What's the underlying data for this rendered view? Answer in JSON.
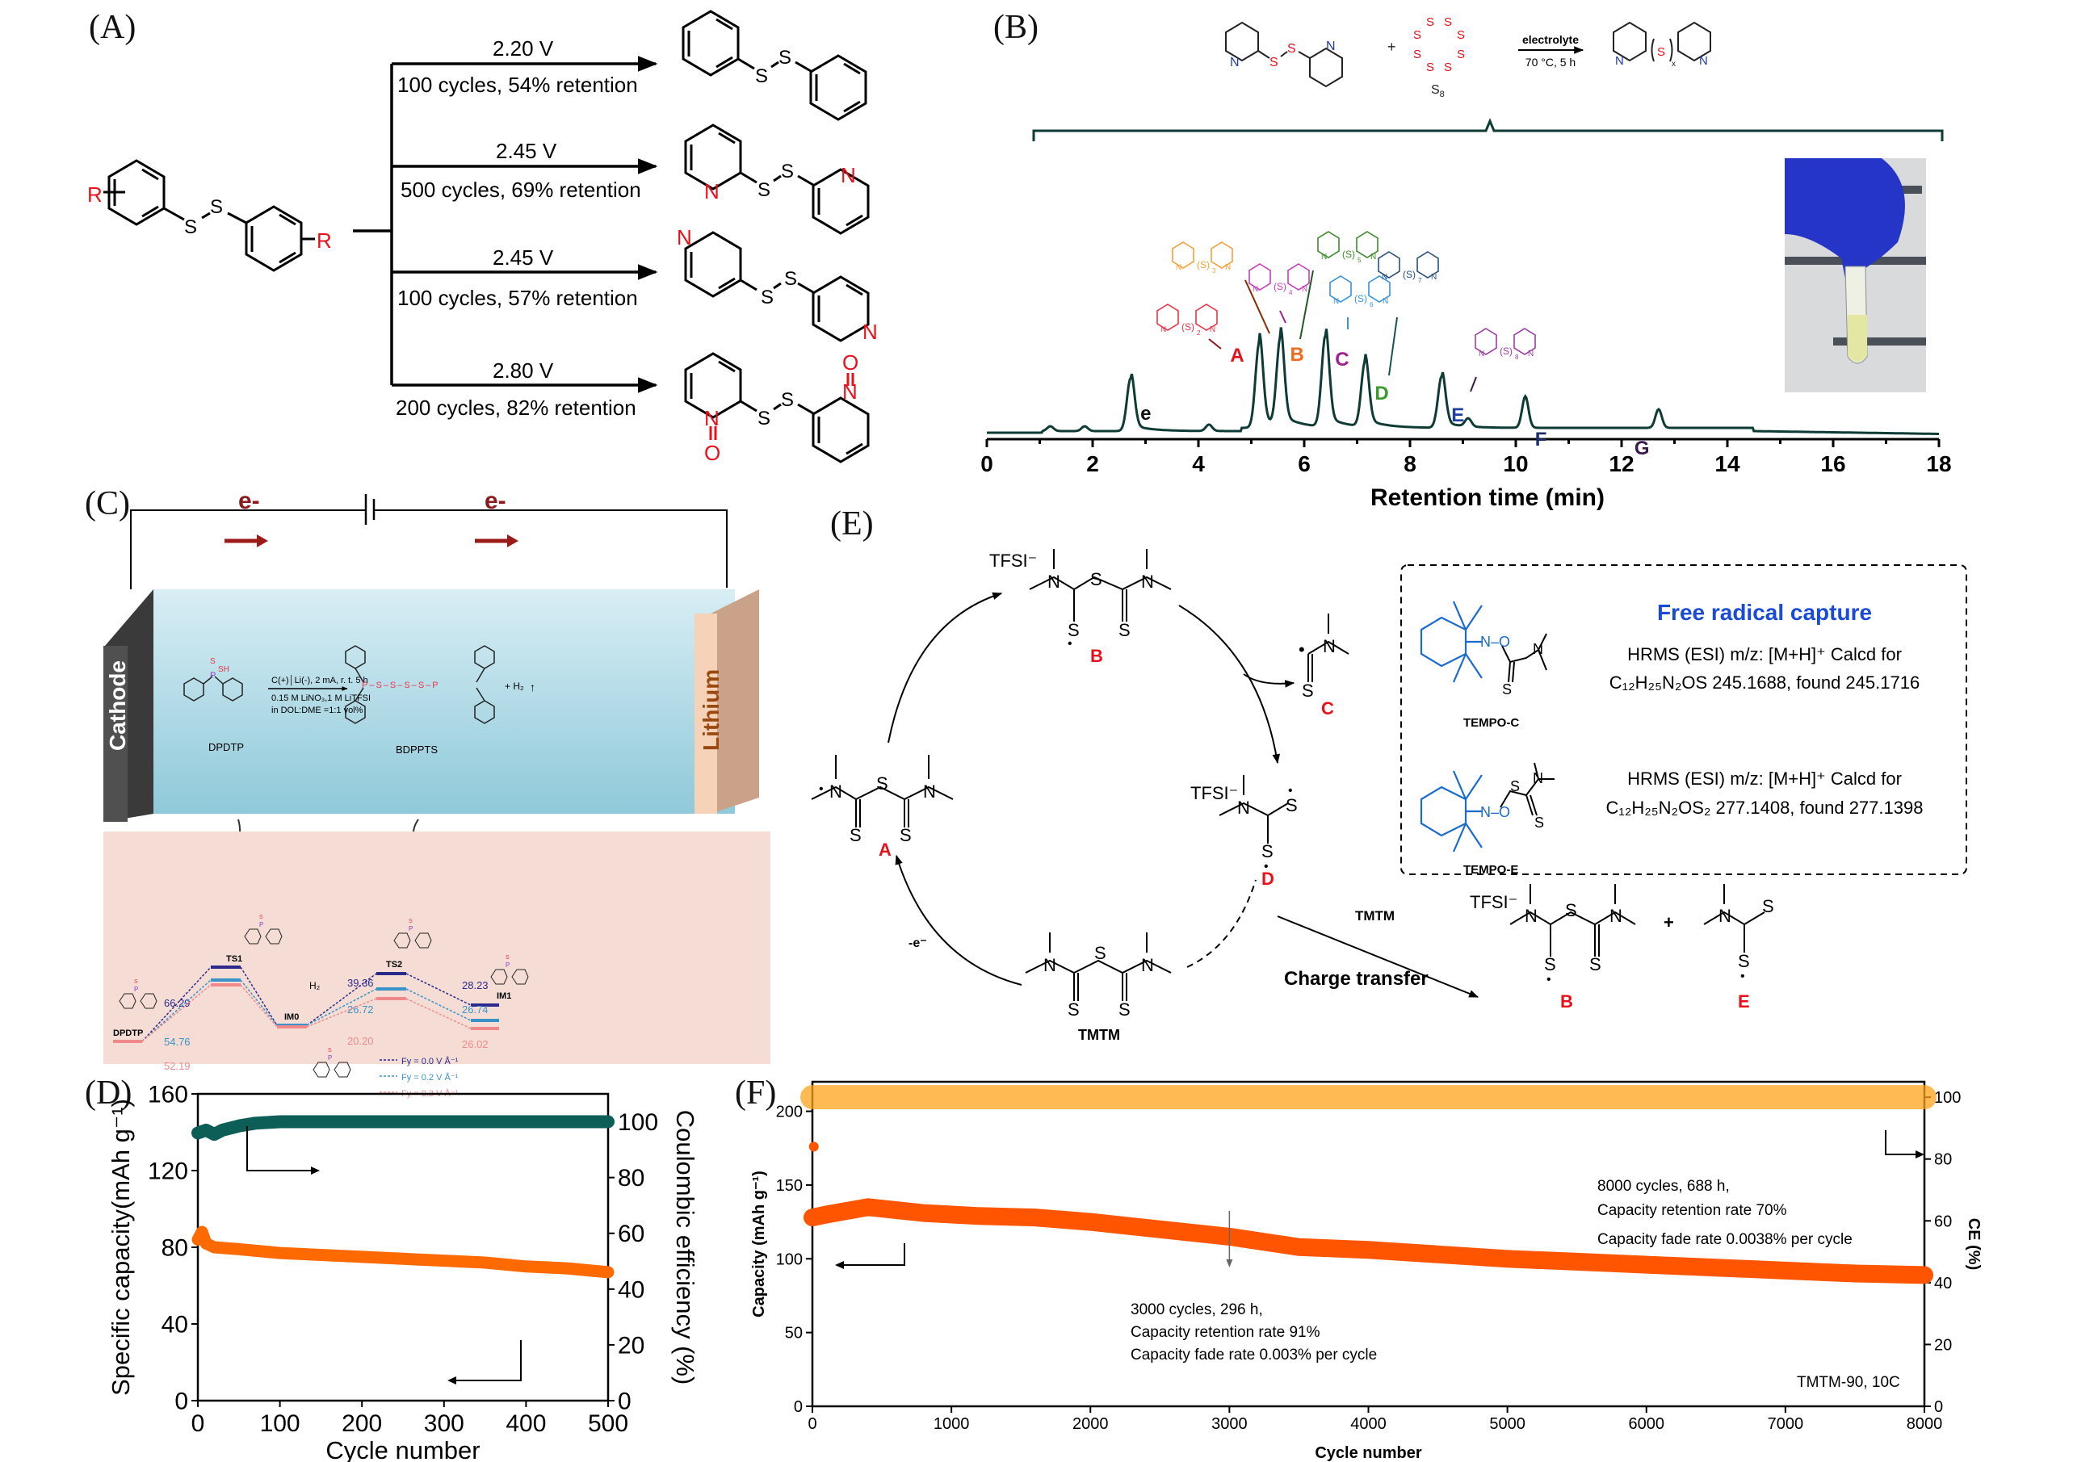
{
  "panels": {
    "A": {
      "label": "(A)",
      "reactant": {
        "substituent": "R",
        "linker": [
          "S",
          "S"
        ]
      },
      "branches": [
        {
          "voltage": "2.20 V",
          "result": "100 cycles, 54% retention",
          "product": "diphenyl disulfide"
        },
        {
          "voltage": "2.45 V",
          "result": "500 cycles, 69% retention",
          "product": "2,2'-dipyridyl disulfide"
        },
        {
          "voltage": "2.45 V",
          "result": "100 cycles, 57% retention",
          "product": "4,4'-dipyridyl disulfide"
        },
        {
          "voltage": "2.80 V",
          "result": "200 cycles, 82% retention",
          "product": "2,2'-dipyridyl disulfide N,N'-dioxide"
        }
      ],
      "atoms": {
        "S": "S",
        "N": "N",
        "O": "O",
        "R": "R"
      }
    },
    "B": {
      "label": "(B)",
      "scheme": {
        "reagent_1": "2,2'-dipyridyl disulfide",
        "plus": "+",
        "reagent_2": "S8",
        "reagent_2_label": "S",
        "reagent_2_sub": "8",
        "arrow_top": "electrolyte",
        "arrow_bottom": "70 °C, 5 h",
        "product_sub": "x"
      },
      "peak_labels": [
        {
          "id": "e",
          "color": "#111111"
        },
        {
          "id": "A",
          "color": "#e8101a"
        },
        {
          "id": "B",
          "color": "#f26a1b"
        },
        {
          "id": "C",
          "color": "#a0208f"
        },
        {
          "id": "D",
          "color": "#3d9a2e"
        },
        {
          "id": "E",
          "color": "#1f3fa0"
        },
        {
          "id": "F",
          "color": "#1d2f6b"
        },
        {
          "id": "G",
          "color": "#3a1a4a"
        }
      ],
      "structure_labels": [
        {
          "peak": "A",
          "sulfur_count": "2",
          "color": "#e8364a"
        },
        {
          "peak": "B",
          "sulfur_count": "3",
          "color": "#f2a23a"
        },
        {
          "peak": "C",
          "sulfur_count": "4",
          "color": "#c540b8"
        },
        {
          "peak": "D",
          "sulfur_count": "5",
          "color": "#3d8a2e"
        },
        {
          "peak": "E",
          "sulfur_count": "6",
          "color": "#3a93d8"
        },
        {
          "peak": "F",
          "sulfur_count": "7",
          "color": "#2a4f7a"
        },
        {
          "peak": "G",
          "sulfur_count": "8",
          "color": "#9a3fa0"
        }
      ],
      "photo_alt": "vial with pale yellow solution held by blue-gloved hand"
    },
    "C": {
      "label": "(C)",
      "electron_label": "e-",
      "cathode": "Cathode",
      "anode": "Lithium",
      "reactant": "DPDTP",
      "product": "BDPPTS",
      "conditions_top": "C(+)│Li(-), 2 mA, r. t. 5 h",
      "conditions_bottom_1": "0.15 M LiNO₃,1 M LiTFSI",
      "conditions_bottom_2": "in DOL:DME =1:1 vol%",
      "byproduct": "+ H₂",
      "energy_diagram": {
        "states": [
          "DPDTP",
          "TS1",
          "IM0",
          "TS2",
          "IM1"
        ],
        "h2_label": "H₂",
        "series": [
          {
            "name": "Fy = 0.0 V Å⁻¹",
            "color": "#2b2a8c",
            "barriers": [
              "66.29",
              "39.36",
              "28.23"
            ]
          },
          {
            "name": "Fy = 0.2 V Å⁻¹",
            "color": "#3a93c8",
            "barriers": [
              "54.76",
              "26.72",
              "26.74"
            ]
          },
          {
            "name": "Fy = 0.3 V Å⁻¹",
            "color": "#f08a8a",
            "barriers": [
              "52.19",
              "20.20",
              "26.02"
            ]
          }
        ]
      }
    },
    "E": {
      "label": "(E)",
      "counter_ion": "TFSI⁻",
      "species": {
        "A": "A",
        "B": "B",
        "C": "C",
        "D": "D",
        "E": "E",
        "tmtm": "TMTM"
      },
      "step_label_oxidation": "-e⁻",
      "charge_transfer_reagent": "TMTM",
      "charge_transfer_label": "Charge transfer",
      "plus": "+",
      "capture_box": {
        "title": "Free radical capture",
        "entries": [
          {
            "name": "TEMPO-C",
            "line1": "HRMS (ESI) m/z: [M+H]⁺ Calcd for",
            "formula": "C₁₂H₂₅N₂OS",
            "line2": "245.1688, found 245.1716"
          },
          {
            "name": "TEMPO-E",
            "line1": "HRMS (ESI) m/z: [M+H]⁺ Calcd for",
            "formula": "C₁₂H₂₅N₂OS₂",
            "line2": "277.1408, found 277.1398"
          }
        ]
      }
    },
    "D": {
      "label": "(D)"
    },
    "F": {
      "label": "(F)"
    }
  },
  "chart_data": [
    {
      "id": "B-chromatogram",
      "type": "line",
      "title": "",
      "xlabel": "Retention time (min)",
      "ylabel": "",
      "xlim": [
        0,
        18
      ],
      "xticks": [
        "0",
        "2",
        "4",
        "6",
        "8",
        "10",
        "12",
        "14",
        "16",
        "18"
      ],
      "grid": false,
      "series": [
        {
          "name": "HPLC trace",
          "color": "#0f3b36",
          "baseline": 8,
          "peaks": [
            {
              "x": 1.2,
              "height": 6,
              "label": ""
            },
            {
              "x": 1.85,
              "height": 6,
              "label": ""
            },
            {
              "x": 2.72,
              "height": 66,
              "label": "e"
            },
            {
              "x": 4.2,
              "height": 8,
              "label": ""
            },
            {
              "x": 5.15,
              "height": 106,
              "label": "A"
            },
            {
              "x": 5.55,
              "height": 109,
              "label": "B"
            },
            {
              "x": 6.4,
              "height": 113,
              "label": "C"
            },
            {
              "x": 7.15,
              "height": 81,
              "label": "D"
            },
            {
              "x": 8.6,
              "height": 64,
              "label": "E"
            },
            {
              "x": 9.1,
              "height": 10,
              "label": ""
            },
            {
              "x": 10.18,
              "height": 39,
              "label": "F"
            },
            {
              "x": 12.7,
              "height": 23,
              "label": "G"
            }
          ]
        }
      ]
    },
    {
      "id": "D-cycling",
      "type": "scatter",
      "xlabel": "Cycle number",
      "ylabel": "Specific capacity(mAh g⁻¹)",
      "y2label": "Coulombic efficiency (%)",
      "xlim": [
        0,
        500
      ],
      "ylim": [
        0,
        160
      ],
      "y2lim": [
        0,
        110
      ],
      "xticks": [
        "0",
        "100",
        "200",
        "300",
        "400",
        "500"
      ],
      "yticks": [
        "0",
        "40",
        "80",
        "120",
        "160"
      ],
      "y2ticks": [
        "0",
        "20",
        "40",
        "60",
        "80",
        "100"
      ],
      "series": [
        {
          "name": "Specific capacity",
          "axis": "left",
          "color": "#ff6a00",
          "x": [
            0,
            5,
            10,
            20,
            50,
            100,
            150,
            200,
            250,
            300,
            350,
            400,
            450,
            500
          ],
          "y": [
            84,
            88,
            82,
            80,
            79,
            77,
            76,
            75,
            74,
            73,
            72,
            70,
            69,
            67
          ]
        },
        {
          "name": "Coulombic efficiency",
          "axis": "right",
          "color": "#0d5e57",
          "x": [
            0,
            10,
            20,
            30,
            50,
            70,
            100,
            200,
            300,
            400,
            500
          ],
          "y": [
            96,
            97,
            95.5,
            97,
            98.5,
            99.5,
            100,
            100,
            100,
            100,
            100
          ]
        }
      ],
      "annotations": [
        "arrow to right axis (CE)",
        "arrow to left axis (capacity)"
      ]
    },
    {
      "id": "F-long-cycling",
      "type": "scatter",
      "xlabel": "Cycle number",
      "ylabel": "Capacity (mAh g⁻¹)",
      "y2label": "CE (%)",
      "xlim": [
        0,
        8000
      ],
      "ylim": [
        0,
        220
      ],
      "y2lim": [
        0,
        105
      ],
      "xticks": [
        "0",
        "1000",
        "2000",
        "3000",
        "4000",
        "5000",
        "6000",
        "7000",
        "8000"
      ],
      "yticks": [
        "0",
        "50",
        "100",
        "150",
        "200"
      ],
      "y2ticks": [
        "0",
        "20",
        "40",
        "60",
        "80",
        "100"
      ],
      "series": [
        {
          "name": "Capacity",
          "axis": "left",
          "color": "#ff5500",
          "first_point": {
            "x": 10,
            "y": 176
          },
          "x": [
            0,
            100,
            400,
            800,
            1200,
            1600,
            2000,
            2400,
            3000,
            3500,
            4000,
            4500,
            5000,
            5500,
            6000,
            6500,
            7000,
            7500,
            8000
          ],
          "y": [
            128,
            130,
            135,
            131,
            129,
            128,
            125,
            121,
            115,
            108,
            106,
            103,
            100,
            98,
            96,
            94,
            92,
            90,
            89
          ]
        },
        {
          "name": "CE",
          "axis": "right",
          "color": "#ffa31a",
          "x": [
            0,
            8000
          ],
          "y": [
            100,
            100
          ]
        }
      ],
      "annotations": [
        {
          "at_cycle": 3000,
          "lines": [
            "3000 cycles, 296 h,",
            "Capacity retention rate 91%",
            "Capacity fade rate 0.003% per cycle"
          ]
        },
        {
          "at_cycle": 8000,
          "lines": [
            "8000 cycles, 688 h,",
            "Capacity retention rate 70%",
            "Capacity fade rate 0.0038% per cycle"
          ]
        },
        {
          "lines": [
            "TMTM-90, 10C"
          ]
        }
      ]
    }
  ]
}
